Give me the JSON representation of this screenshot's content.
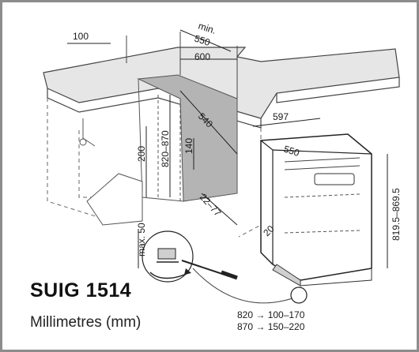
{
  "model": "SUIG 1514",
  "units": "Millimetres (mm)",
  "dimensions": {
    "gap_left": "100",
    "min_label": "min.",
    "niche_depth_min": "550",
    "niche_width": "600",
    "niche_side_depth": "540",
    "vent_height": "200",
    "niche_height": "820–870",
    "vent_gap": "140",
    "plinth_depth": "22–77",
    "device_width": "597",
    "device_depth": "550",
    "device_height": "819.5–869.5",
    "plinth_gap": "20",
    "max_label": "max. 50",
    "plinth_row1": "820 → 100–170",
    "plinth_row2": "870 → 150–220"
  },
  "colors": {
    "frame": "#8c8c8c",
    "worktop": "#e6e6e6",
    "niche_back": "#b4b4b4",
    "line": "#222222"
  }
}
